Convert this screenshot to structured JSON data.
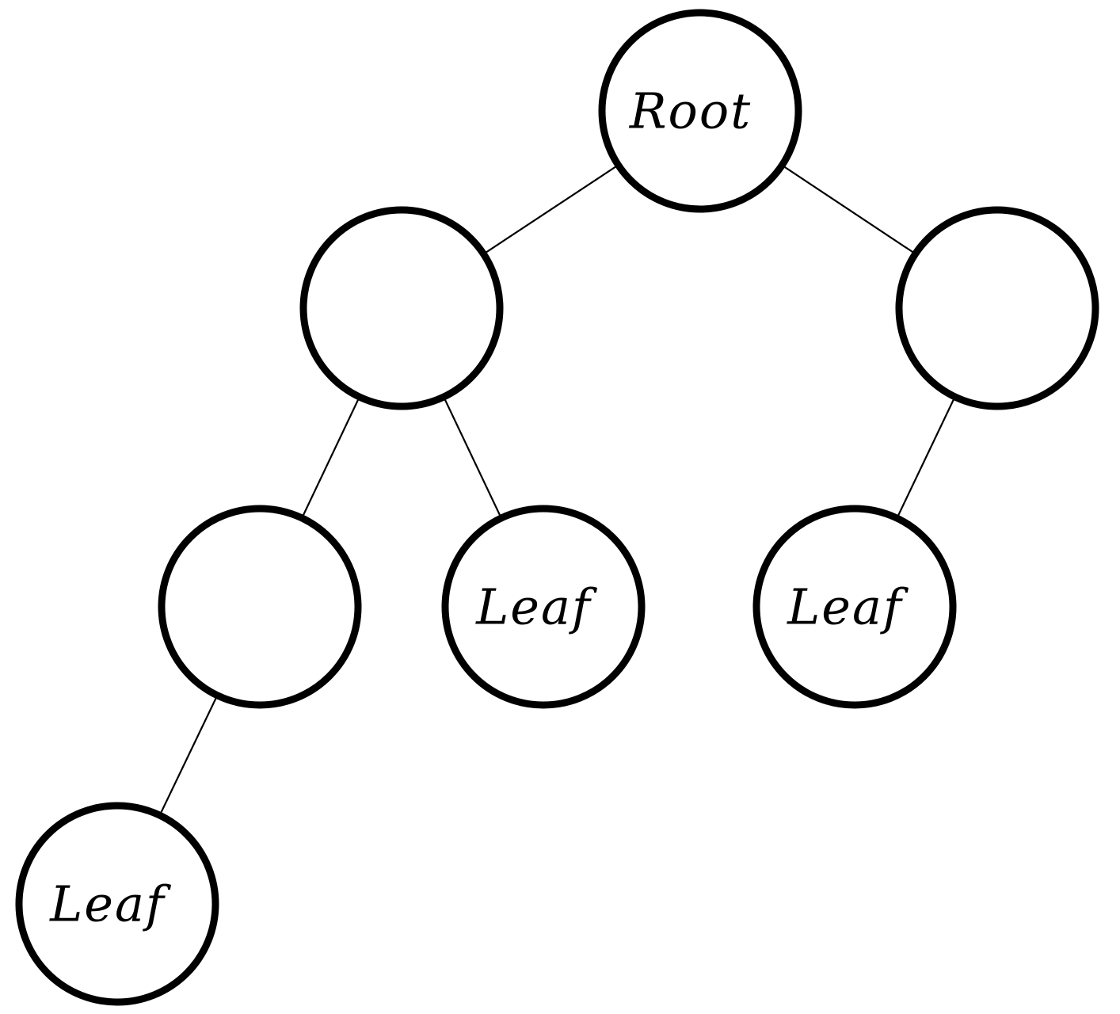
{
  "diagram": {
    "type": "tree",
    "line_color": "#000000",
    "fill_color": "#ffffff",
    "nodes": [
      {
        "id": "n0",
        "label": "Root"
      },
      {
        "id": "n1",
        "label": ""
      },
      {
        "id": "n2",
        "label": ""
      },
      {
        "id": "n3",
        "label": ""
      },
      {
        "id": "n4",
        "label": "Leaf"
      },
      {
        "id": "n5",
        "label": "Leaf"
      },
      {
        "id": "n6",
        "label": "Leaf"
      }
    ],
    "edges": [
      {
        "from": "n0",
        "to": "n1"
      },
      {
        "from": "n0",
        "to": "n2"
      },
      {
        "from": "n1",
        "to": "n3"
      },
      {
        "from": "n1",
        "to": "n4"
      },
      {
        "from": "n2",
        "to": "n5"
      },
      {
        "from": "n3",
        "to": "n6"
      }
    ]
  }
}
